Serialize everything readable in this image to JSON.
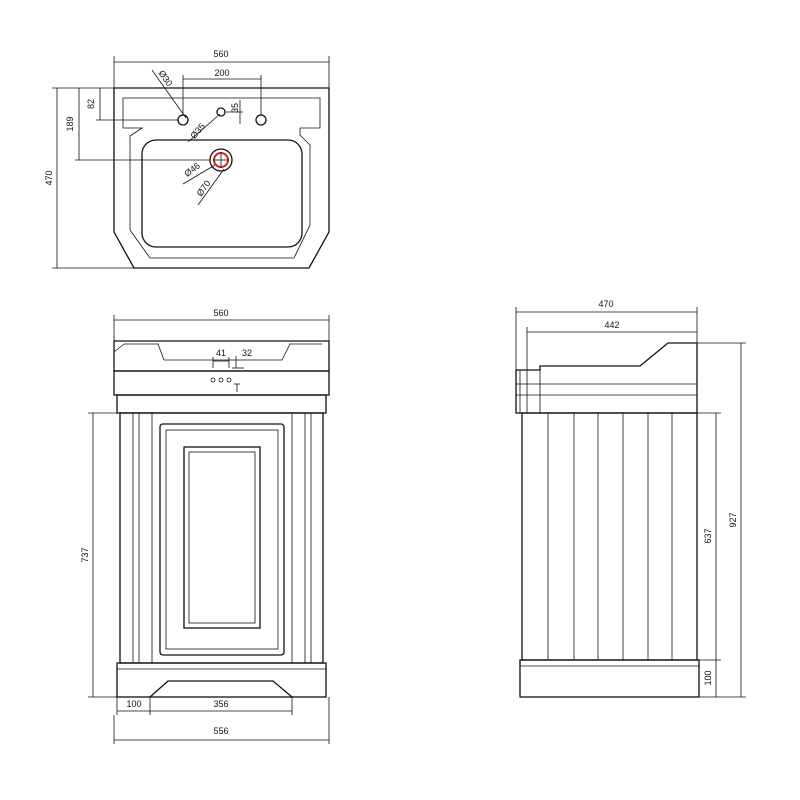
{
  "colors": {
    "line": "#111111",
    "waste_accent": "#d0211c",
    "background": "#ffffff"
  },
  "plan_view": {
    "width": "560",
    "tap_spacing": "200",
    "depth": "470",
    "hole_to_back": "189",
    "tap_to_back": "82",
    "centre_tap_offset": "35",
    "tap_hole_dia": "Ø30",
    "centre_hole_dia": "Ø35",
    "waste_dia": "Ø46",
    "waste_outer_dia": "Ø70"
  },
  "front_view": {
    "top_width": "560",
    "tap_hole_spacing": "41",
    "tap_hole_height": "32",
    "cabinet_height": "737",
    "plinth_side": "100",
    "plinth_centre": "356",
    "base_width": "556"
  },
  "side_view": {
    "overall_depth": "470",
    "cabinet_depth": "442",
    "overall_height": "927",
    "cabinet_height": "637",
    "plinth_height": "100"
  }
}
